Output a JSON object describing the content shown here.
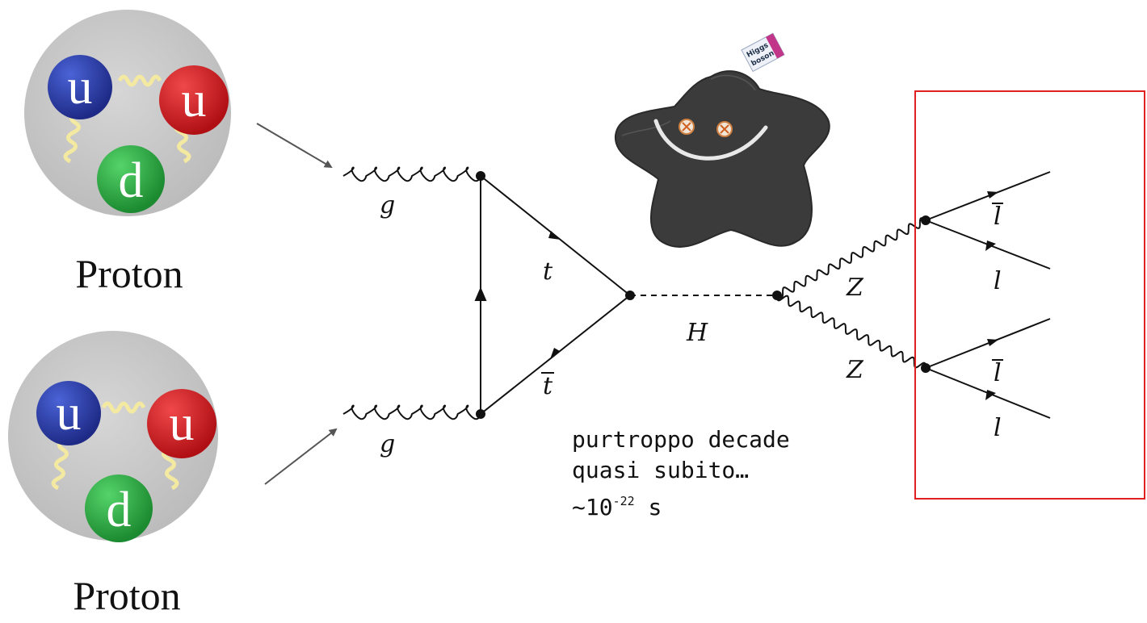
{
  "protons": [
    {
      "label": "Proton",
      "quarks": [
        "u",
        "u",
        "d"
      ]
    },
    {
      "label": "Proton",
      "quarks": [
        "u",
        "u",
        "d"
      ]
    }
  ],
  "feynman": {
    "gluon_top": "g",
    "gluon_bottom": "g",
    "top": "t",
    "antitop": "t",
    "higgs": "H",
    "z_upper": "Z",
    "z_lower": "Z",
    "lepton_bar_1": "l",
    "lepton_1": "l",
    "lepton_bar_2": "l",
    "lepton_2": "l"
  },
  "note": {
    "line1": "purtroppo decade",
    "line2": "quasi subito…",
    "lifetime_prefix": "~10",
    "lifetime_exp": "-22",
    "lifetime_unit": " s"
  },
  "plush_tag": {
    "line1": "Higgs",
    "line2": "boson"
  },
  "colors": {
    "quark_u": "#2a3ea0",
    "quark_u_red": "#d8262a",
    "quark_d": "#2aa843",
    "proton_bg": "#c8c8c8",
    "highlight_box": "#e02020"
  }
}
